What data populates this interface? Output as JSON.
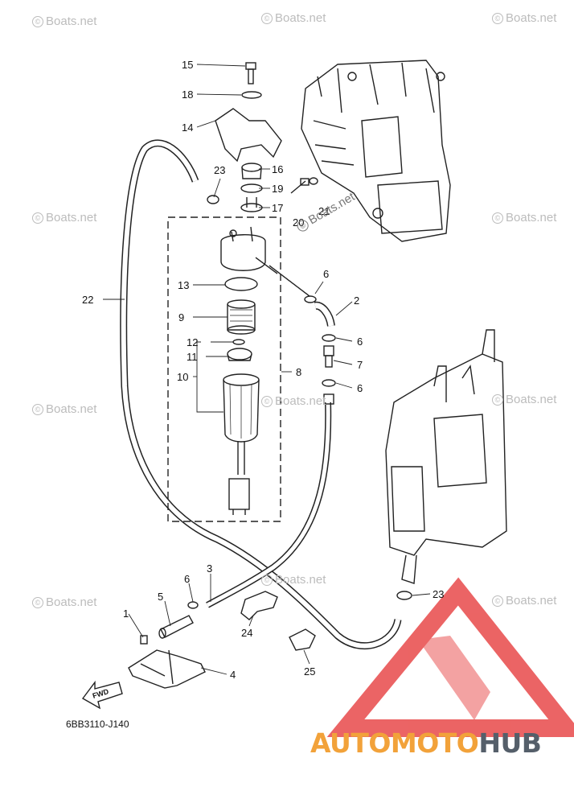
{
  "callouts": {
    "c1": "1",
    "c2": "2",
    "c3": "3",
    "c4": "4",
    "c5": "5",
    "c6a": "6",
    "c6b": "6",
    "c6c": "6",
    "c6d": "6",
    "c7": "7",
    "c8": "8",
    "c9": "9",
    "c10": "10",
    "c11": "11",
    "c12": "12",
    "c13": "13",
    "c14": "14",
    "c15": "15",
    "c16": "16",
    "c17": "17",
    "c18": "18",
    "c19": "19",
    "c20": "20",
    "c21": "21",
    "c22": "22",
    "c23a": "23",
    "c23b": "23",
    "c24": "24",
    "c25": "25"
  },
  "fwd_label": "FWD",
  "diagram_code": "6BB3110-J140",
  "watermark": "Boats.net",
  "watermark_symbol": "©",
  "brand": {
    "part1": "AUTOMOTO",
    "part2": "HUB",
    "color1": "#f2a23a",
    "color2": "#555f6a",
    "logo_color": "#e8494a"
  }
}
